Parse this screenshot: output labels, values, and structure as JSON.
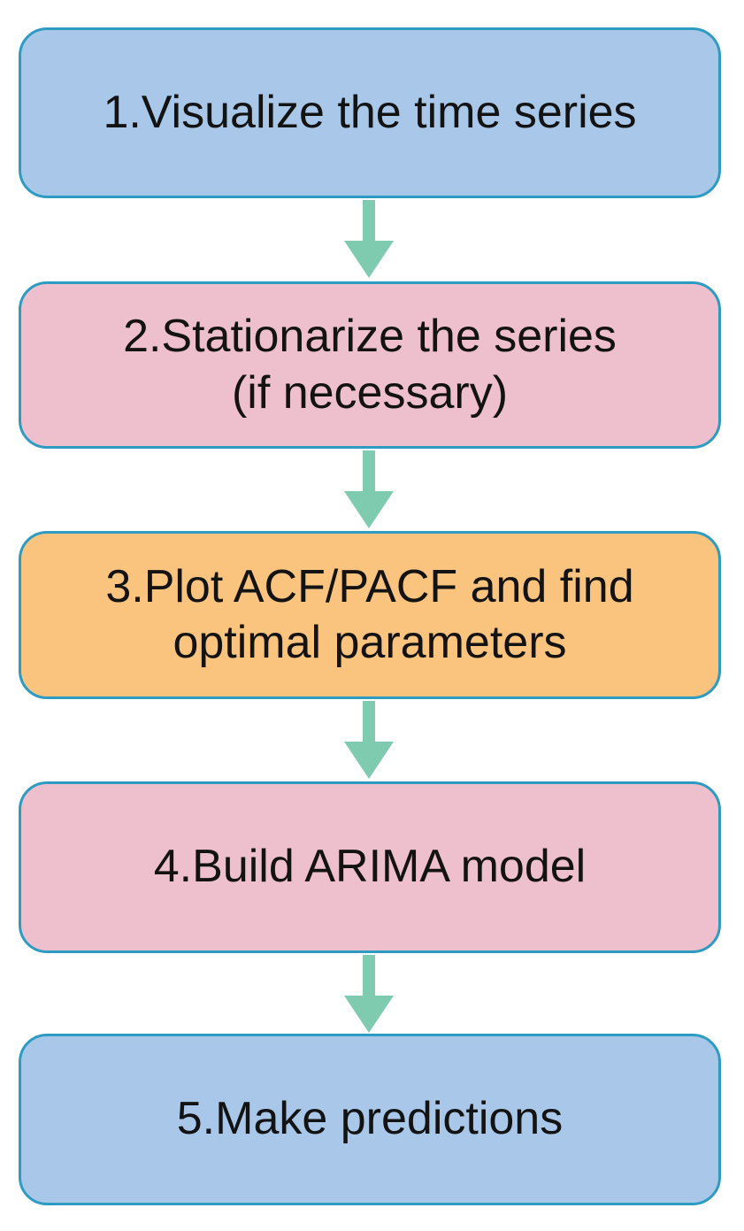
{
  "diagram": {
    "type": "flowchart",
    "direction": "top-to-bottom",
    "steps": [
      {
        "id": 1,
        "line1": "1.Visualize the time series",
        "line2": "",
        "fill": "#a9c8e9"
      },
      {
        "id": 2,
        "line1": "2.Stationarize the series",
        "line2": "(if necessary)",
        "fill": "#eec0ce"
      },
      {
        "id": 3,
        "line1": "3.Plot ACF/PACF and find",
        "line2": "optimal parameters",
        "fill": "#fac37e"
      },
      {
        "id": 4,
        "line1": "4.Build ARIMA model",
        "line2": "",
        "fill": "#eec0ce"
      },
      {
        "id": 5,
        "line1": "5.Make predictions",
        "line2": "",
        "fill": "#a9c8e9"
      }
    ],
    "colors": {
      "box_border": "#2e9bc3",
      "arrow": "#7ecbb0",
      "text": "#131313",
      "background": "#ffffff"
    }
  }
}
